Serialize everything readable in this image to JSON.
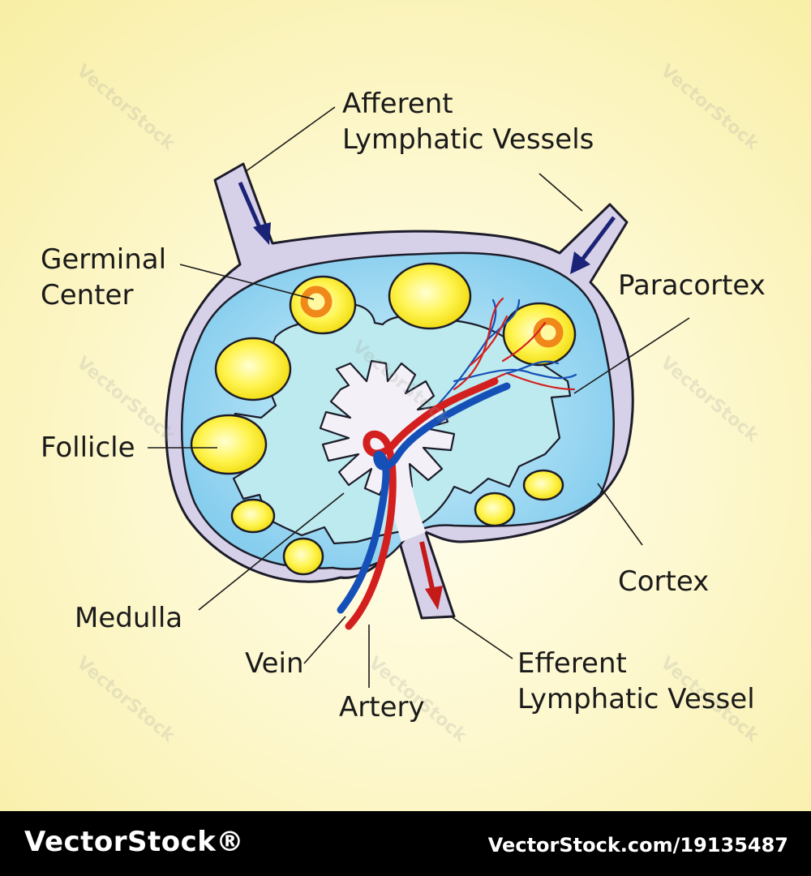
{
  "labels": {
    "afferent_line1": "Afferent",
    "afferent_line2": "Lymphatic Vessels",
    "germinal_line1": "Germinal",
    "germinal_line2": "Center",
    "paracortex": "Paracortex",
    "follicle": "Follicle",
    "medulla": "Medulla",
    "cortex": "Cortex",
    "vein": "Vein",
    "artery": "Artery",
    "efferent_line1": "Efferent",
    "efferent_line2": "Lymphatic Vessel"
  },
  "watermark": "VectorStock",
  "footer": {
    "brand": "VectorStock®",
    "image_id": "VectorStock.com/19135487"
  },
  "colors": {
    "capsule": "#d6d0e8",
    "capsule_outline": "#1c1c2a",
    "sinus": "#9ed8f0",
    "paracortex": "#bdeaee",
    "medulla": "#f3f1f7",
    "follicle": "#fff234",
    "germinal_center": "#f39a1c",
    "vein": "#1550b8",
    "artery": "#d41f1f",
    "afferent_arrow": "#1a2377",
    "efferent_arrow": "#c41a1a"
  }
}
